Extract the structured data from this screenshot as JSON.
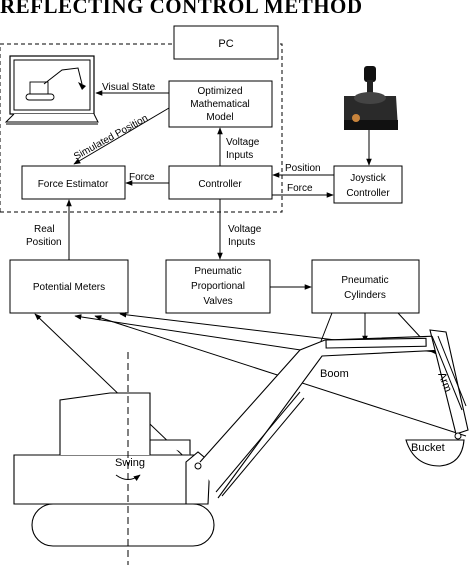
{
  "title": "REFLECTING CONTROL METHOD",
  "blocks": {
    "pc": "PC",
    "model": [
      "Optimized",
      "Mathematical",
      "Model"
    ],
    "force_estimator": "Force Estimator",
    "controller": "Controller",
    "joystick_controller": [
      "Joystick",
      "Controller"
    ],
    "potential_meters": "Potential Meters",
    "proportional_valves": [
      "Pneumatic",
      "Proportional",
      "Valves"
    ],
    "cylinders": [
      "Pneumatic",
      "Cylinders"
    ]
  },
  "signals": {
    "visual_state": "Visual State",
    "simulated_position": "Simulated Position",
    "force_1": "Force",
    "force_2": "Force",
    "position": "Position",
    "voltage_inputs_1": [
      "Voltage",
      "Inputs"
    ],
    "voltage_inputs_2": [
      "Voltage",
      "Inputs"
    ],
    "real_position": [
      "Real",
      "Position"
    ]
  },
  "excavator_labels": {
    "boom": "Boom",
    "arm": "Arm",
    "bucket": "Bucket",
    "swing": "Swing"
  }
}
